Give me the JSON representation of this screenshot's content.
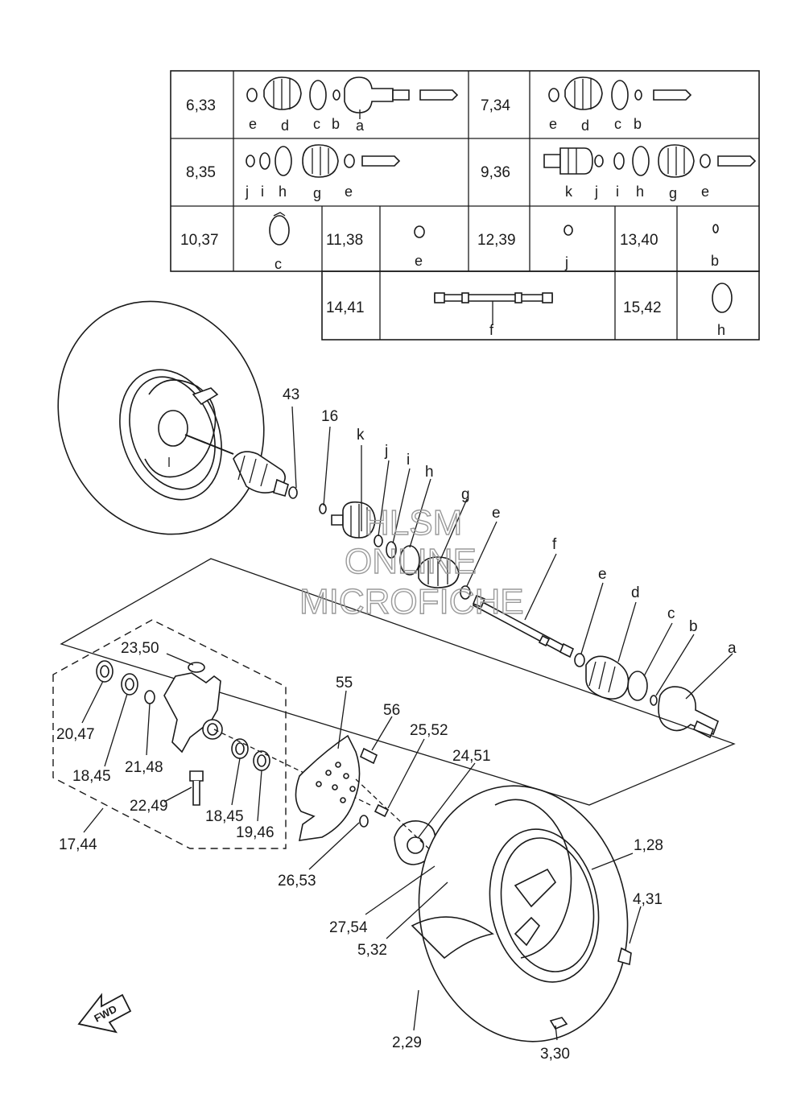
{
  "table": {
    "rows": [
      {
        "a": "6,33",
        "a_letters": [
          "e",
          "d",
          "c",
          "b",
          "a"
        ],
        "b": "7,34",
        "b_letters": [
          "e",
          "d",
          "c",
          "b"
        ]
      },
      {
        "a": "8,35",
        "a_letters": [
          "j",
          "i",
          "h",
          "g",
          "e"
        ],
        "b": "9,36",
        "b_letters": [
          "k",
          "j",
          "i",
          "h",
          "g",
          "e"
        ]
      },
      {
        "cells": [
          "10,37",
          "c",
          "11,38",
          "e",
          "12,39",
          "j",
          "13,40",
          "b"
        ]
      },
      {
        "cells": [
          "14,41",
          "f",
          "15,42",
          "h"
        ]
      }
    ]
  },
  "callouts": {
    "n43": "43",
    "n16": "16",
    "k": "k",
    "j": "j",
    "i": "i",
    "h": "h",
    "g": "g",
    "e1": "e",
    "f": "f",
    "e2": "e",
    "d": "d",
    "c": "c",
    "b": "b",
    "a": "a",
    "n23_50": "23,50",
    "n20_47": "20,47",
    "n18_45a": "18,45",
    "n21_48": "21,48",
    "n22_49": "22,49",
    "n18_45b": "18,45",
    "n19_46": "19,46",
    "n17_44": "17,44",
    "n55": "55",
    "n56": "56",
    "n25_52": "25,52",
    "n24_51": "24,51",
    "n26_53": "26,53",
    "n27_54": "27,54",
    "n5_32": "5,32",
    "n1_28": "1,28",
    "n4_31": "4,31",
    "n2_29": "2,29",
    "n3_30": "3,30"
  },
  "watermark": {
    "line1": "HLSM",
    "line2": "ONLINE",
    "line3": "MICROFICHE"
  },
  "fwd_label": "FWD"
}
